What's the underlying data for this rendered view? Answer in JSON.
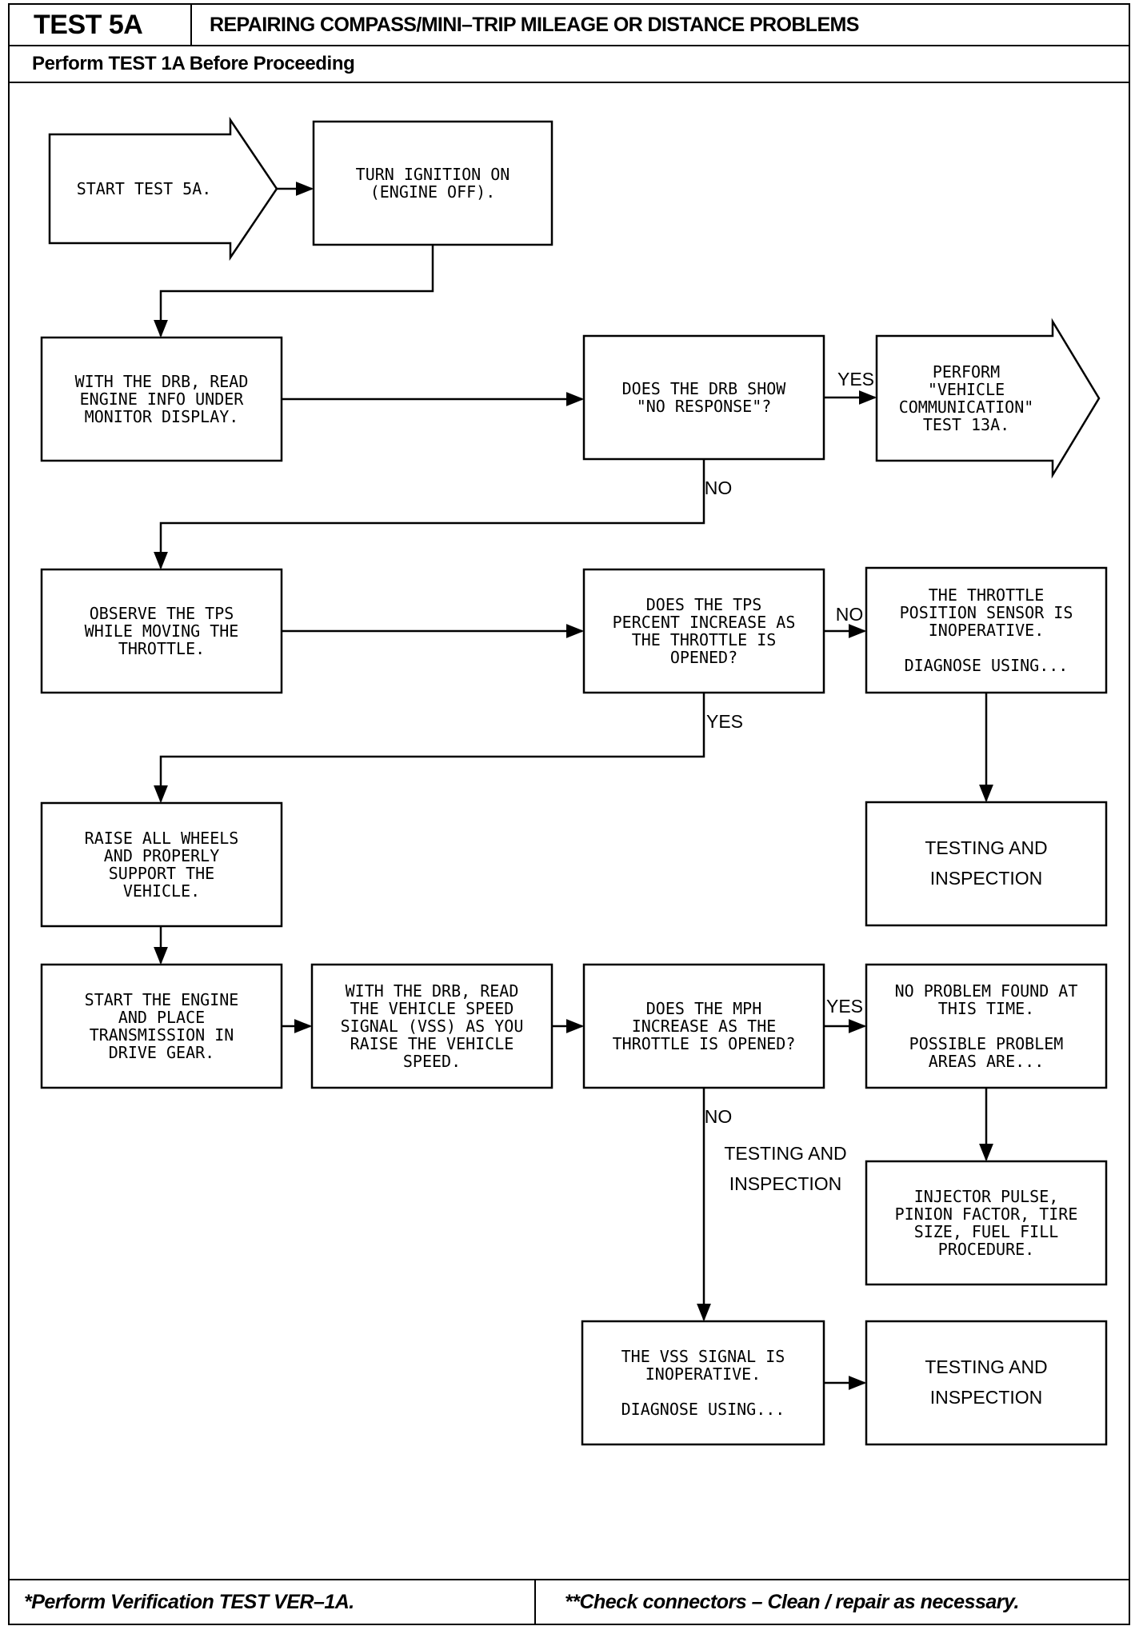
{
  "header": {
    "test_id": "TEST 5A",
    "title": "REPAIRING COMPASS/MINI–TRIP MILEAGE OR DISTANCE PROBLEMS",
    "subtitle": "Perform TEST 1A Before Proceeding"
  },
  "footer": {
    "left": "*Perform Verification TEST VER–1A.",
    "right": "**Check connectors – Clean / repair as necessary."
  },
  "flow": {
    "nodes": [
      {
        "id": "start",
        "name": "start-test-arrow-node",
        "shape": "arrow",
        "font": "mono",
        "lines": [
          "START TEST 5A."
        ]
      },
      {
        "id": "ign",
        "name": "turn-ignition-on-box",
        "shape": "box",
        "font": "mono",
        "lines": [
          "TURN IGNITION ON",
          "(ENGINE OFF)."
        ]
      },
      {
        "id": "read",
        "name": "read-engine-info-box",
        "shape": "box",
        "font": "mono",
        "lines": [
          "WITH THE DRB, READ",
          "ENGINE INFO UNDER",
          "MONITOR DISPLAY."
        ]
      },
      {
        "id": "q1",
        "name": "drb-no-response-question",
        "shape": "box",
        "font": "mono",
        "lines": [
          "DOES THE DRB SHOW",
          "\"NO RESPONSE\"?"
        ]
      },
      {
        "id": "t13",
        "name": "perform-test-13a-arrow-node",
        "shape": "arrow",
        "font": "mono",
        "lines": [
          "PERFORM",
          "\"VEHICLE",
          "COMMUNICATION\"",
          "TEST 13A."
        ]
      },
      {
        "id": "tps",
        "name": "observe-tps-box",
        "shape": "box",
        "font": "mono",
        "lines": [
          "OBSERVE THE TPS",
          "WHILE MOVING THE",
          "THROTTLE."
        ]
      },
      {
        "id": "q2",
        "name": "tps-increase-question",
        "shape": "box",
        "font": "mono",
        "lines": [
          "DOES THE TPS",
          "PERCENT INCREASE AS",
          "THE THROTTLE IS",
          "OPENED?"
        ]
      },
      {
        "id": "tpsbad",
        "name": "tps-inoperative-box",
        "shape": "box",
        "font": "mono",
        "lines": [
          "THE THROTTLE",
          "POSITION SENSOR IS",
          "INOPERATIVE.",
          "",
          "DIAGNOSE USING..."
        ]
      },
      {
        "id": "ti1",
        "name": "testing-inspection-box-1",
        "shape": "box",
        "font": "sans",
        "lines": [
          "TESTING AND",
          "INSPECTION"
        ]
      },
      {
        "id": "raise",
        "name": "raise-wheels-box",
        "shape": "box",
        "font": "mono",
        "lines": [
          "RAISE ALL WHEELS",
          "AND PROPERLY",
          "SUPPORT THE",
          "VEHICLE."
        ]
      },
      {
        "id": "engine",
        "name": "start-engine-box",
        "shape": "box",
        "font": "mono",
        "lines": [
          "START THE ENGINE",
          "AND PLACE",
          "TRANSMISSION IN",
          "DRIVE GEAR."
        ]
      },
      {
        "id": "vss",
        "name": "read-vss-box",
        "shape": "box",
        "font": "mono",
        "lines": [
          "WITH THE DRB, READ",
          "THE VEHICLE SPEED",
          "SIGNAL (VSS) AS YOU",
          "RAISE THE VEHICLE",
          "SPEED."
        ]
      },
      {
        "id": "q3",
        "name": "mph-increase-question",
        "shape": "box",
        "font": "mono",
        "lines": [
          "DOES THE MPH",
          "INCREASE AS THE",
          "THROTTLE IS OPENED?"
        ]
      },
      {
        "id": "nop",
        "name": "no-problem-found-box",
        "shape": "box",
        "font": "mono",
        "lines": [
          "NO PROBLEM FOUND AT",
          "THIS TIME.",
          "",
          "POSSIBLE PROBLEM",
          "AREAS ARE..."
        ]
      },
      {
        "id": "inj",
        "name": "injector-pulse-box",
        "shape": "box",
        "font": "mono",
        "lines": [
          "INJECTOR PULSE,",
          "PINION FACTOR, TIRE",
          "SIZE, FUEL FILL",
          "PROCEDURE."
        ]
      },
      {
        "id": "vssbad",
        "name": "vss-inoperative-box",
        "shape": "box",
        "font": "mono",
        "lines": [
          "THE VSS SIGNAL IS",
          "INOPERATIVE.",
          "",
          "DIAGNOSE USING..."
        ]
      },
      {
        "id": "ti2",
        "name": "testing-inspection-box-2",
        "shape": "box",
        "font": "sans",
        "lines": [
          "TESTING AND",
          "INSPECTION"
        ]
      }
    ],
    "connectors": [
      {
        "id": "c1",
        "name": "start-to-ignition-arrow"
      },
      {
        "id": "c2",
        "name": "ignition-to-read-arrow"
      },
      {
        "id": "c3",
        "name": "read-to-q1-arrow"
      },
      {
        "id": "c4",
        "name": "q1-yes-arrow"
      },
      {
        "id": "c5",
        "name": "q1-no-arrow"
      },
      {
        "id": "c6",
        "name": "tps-to-q2-arrow"
      },
      {
        "id": "c7",
        "name": "q2-no-arrow"
      },
      {
        "id": "c8",
        "name": "tps-inoperative-to-testing-arrow"
      },
      {
        "id": "c9",
        "name": "q2-yes-arrow"
      },
      {
        "id": "c10",
        "name": "raise-to-engine-arrow"
      },
      {
        "id": "c11",
        "name": "engine-to-vss-arrow"
      },
      {
        "id": "c12",
        "name": "vss-to-q3-arrow"
      },
      {
        "id": "c13",
        "name": "q3-yes-arrow"
      },
      {
        "id": "c14",
        "name": "no-problem-to-injector-arrow"
      },
      {
        "id": "c15",
        "name": "q3-no-arrow"
      },
      {
        "id": "c16",
        "name": "vss-inoperative-to-testing-arrow"
      }
    ],
    "labels": [
      {
        "id": "yes1",
        "name": "q1-yes-label",
        "text": "YES",
        "font": "sans"
      },
      {
        "id": "no1",
        "name": "q1-no-label",
        "text": "NO",
        "font": "sans"
      },
      {
        "id": "no2",
        "name": "q2-no-label",
        "text": "NO",
        "font": "sans"
      },
      {
        "id": "yes2",
        "name": "q2-yes-label",
        "text": "YES",
        "font": "sans"
      },
      {
        "id": "yes3",
        "name": "q3-yes-label",
        "text": "YES",
        "font": "sans"
      },
      {
        "id": "no3",
        "name": "q3-no-label",
        "text": "NO",
        "font": "sans"
      },
      {
        "id": "ti3",
        "name": "testing-inspection-note",
        "text": "TESTING AND",
        "font": "sans"
      },
      {
        "id": "ti3b",
        "name": "testing-inspection-note-line2",
        "text": "INSPECTION",
        "font": "sans"
      }
    ]
  }
}
